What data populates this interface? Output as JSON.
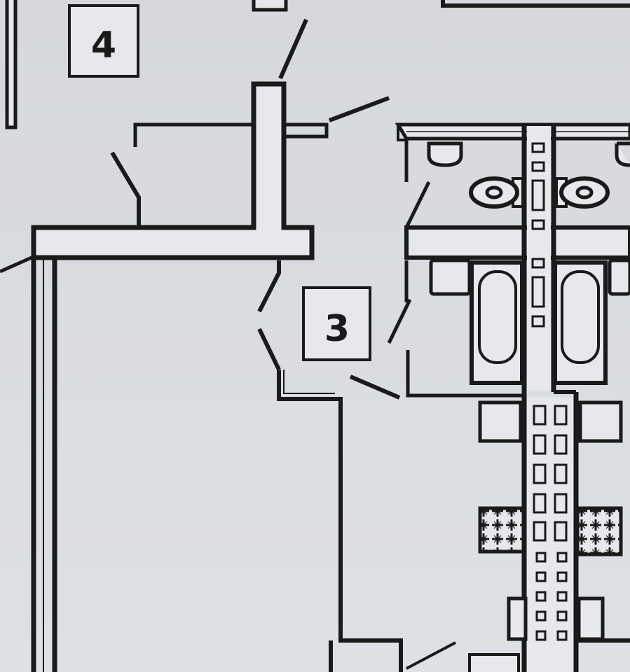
{
  "plan": {
    "room_labels": [
      {
        "id": "room-4",
        "text": "4"
      },
      {
        "id": "room-3",
        "text": "3"
      }
    ],
    "colors": {
      "paper": "#d9dbe0",
      "wall_fill": "#e6e8ec",
      "ink": "#1a1a1a"
    }
  }
}
